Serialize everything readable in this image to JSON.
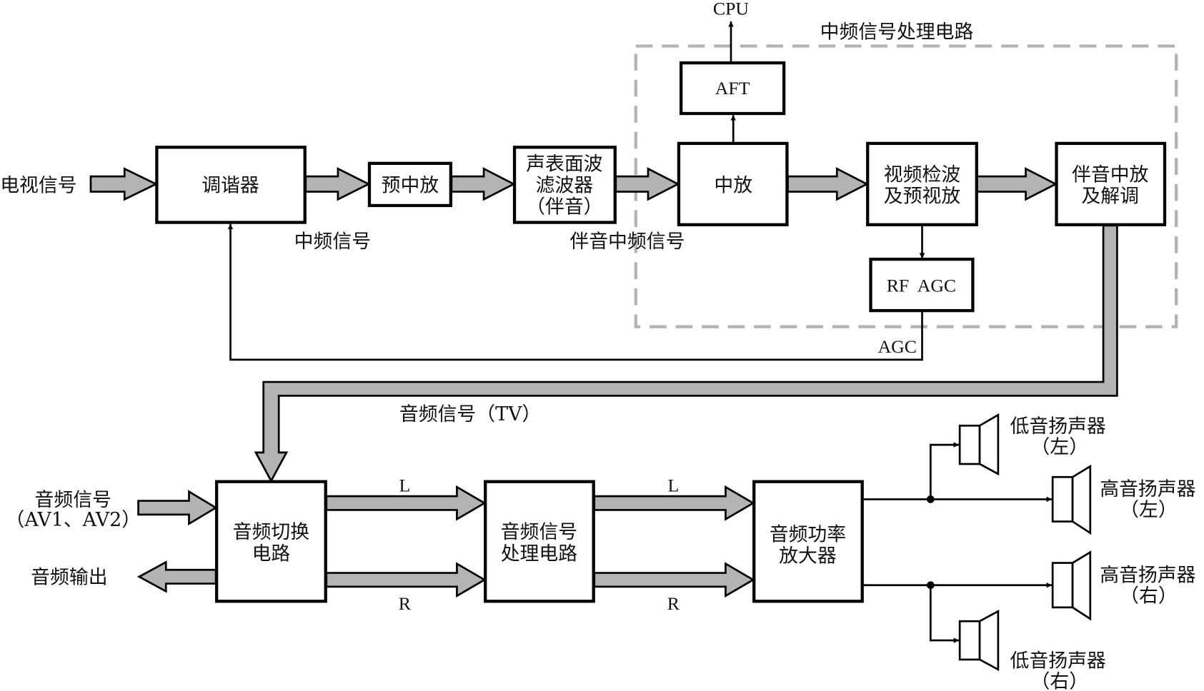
{
  "title": "电视机音频信号处理系统框图",
  "colors": {
    "line": "#000000",
    "arrow_fill": "#b3b3b3",
    "dashed_border": "#b3b3b3",
    "box_fill": "#ffffff"
  },
  "region": {
    "if_processing_label": "中频信号处理电路"
  },
  "blocks": {
    "tuner": [
      "调谐器"
    ],
    "pre_if": [
      "预中放"
    ],
    "saw_filter": [
      "声表面波",
      "滤波器",
      "（伴音）"
    ],
    "if_amp": [
      "中放"
    ],
    "aft": [
      "AFT"
    ],
    "video_detect": [
      "视频检波",
      "及预视放"
    ],
    "rf_agc": [
      "RF  AGC"
    ],
    "sound_if": [
      "伴音中放",
      "及解调"
    ],
    "audio_switch": [
      "音频切换",
      "电路"
    ],
    "audio_proc": [
      "音频信号",
      "处理电路"
    ],
    "power_amp": [
      "音频功率",
      "放大器"
    ]
  },
  "labels": {
    "tv_signal": "电视信号",
    "if_signal": "中频信号",
    "sound_if_signal": "伴音中频信号",
    "cpu": "CPU",
    "agc": "AGC",
    "audio_tv": "音频信号（TV）",
    "audio_in": [
      "音频信号",
      "（AV1、AV2）"
    ],
    "audio_out": "音频输出",
    "left_1": "L",
    "right_1": "R",
    "left_2": "L",
    "right_2": "R"
  },
  "speakers": {
    "woofer_left": [
      "低音扬声器",
      "（左）"
    ],
    "tweeter_left": [
      "高音扬声器",
      "（左）"
    ],
    "tweeter_right": [
      "高音扬声器",
      "（右）"
    ],
    "woofer_right": [
      "低音扬声器",
      "（右）"
    ]
  }
}
